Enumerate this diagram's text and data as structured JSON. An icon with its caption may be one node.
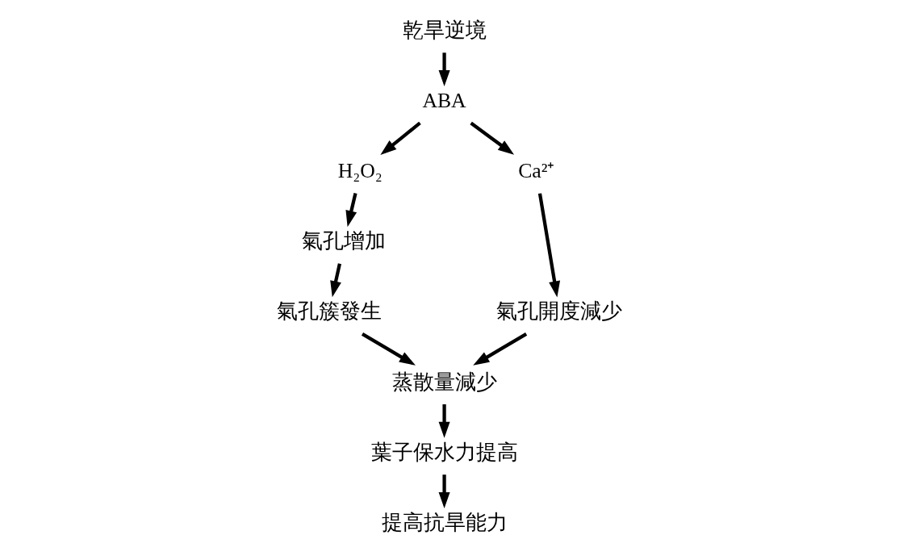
{
  "diagram": {
    "nodes": [
      {
        "text": [
          "乾旱逆境"
        ]
      },
      {
        "text": [
          "ABA"
        ]
      },
      {
        "text": [
          "H₂O₂"
        ]
      },
      {
        "text": [
          "Ca²⁺"
        ]
      },
      {
        "text": [
          "氣孔增加"
        ]
      },
      {
        "text": [
          "氣孔開度減少"
        ]
      },
      {
        "text": [
          "氣孔簇發生"
        ]
      },
      {
        "text": [
          "蒸散量減少"
        ]
      },
      {
        "text": [
          "葉子保水力提高"
        ]
      },
      {
        "text": [
          "提高抗旱能力"
        ]
      }
    ],
    "edges": [
      {
        "from": 0,
        "to": 1,
        "arrow": "to"
      },
      {
        "from": 1,
        "to": 2,
        "arrow": "to"
      },
      {
        "from": 1,
        "to": 3,
        "arrow": "to"
      },
      {
        "from": 2,
        "to": 4,
        "arrow": "to"
      },
      {
        "from": 3,
        "to": 5,
        "arrow": "to"
      },
      {
        "from": 4,
        "to": 6,
        "arrow": "to"
      },
      {
        "from": 6,
        "to": 7,
        "arrow": "to"
      },
      {
        "from": 5,
        "to": 7,
        "arrow": "to"
      },
      {
        "from": 7,
        "to": 8,
        "arrow": "to"
      },
      {
        "from": 8,
        "to": 9,
        "arrow": "to"
      }
    ]
  }
}
